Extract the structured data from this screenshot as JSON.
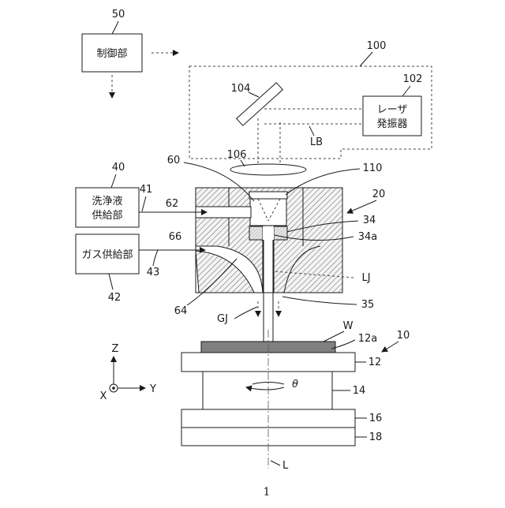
{
  "figure_number": "1",
  "control_unit": {
    "ref": "50",
    "text": "制御部"
  },
  "laser_unit": {
    "ref": "100"
  },
  "laser_oscillator": {
    "ref": "102",
    "line1": "レーザ",
    "line2": "発振器"
  },
  "mirror": {
    "ref": "104"
  },
  "lens": {
    "ref": "106"
  },
  "laser_beam": {
    "ref": "LB"
  },
  "cleaning_liquid_supply": {
    "ref": "40",
    "line1": "洗浄液",
    "line2": "供給部"
  },
  "gas_supply": {
    "ref": "42",
    "text": "ガス供給部"
  },
  "refs": {
    "r20": "20",
    "r34": "34",
    "r34a": "34a",
    "r35": "35",
    "r41": "41",
    "r43": "43",
    "r60": "60",
    "r62": "62",
    "r64": "64",
    "r66": "66",
    "r110": "110",
    "lj": "LJ",
    "gj": "GJ",
    "w": "W",
    "r12a": "12a",
    "r10": "10",
    "r12": "12",
    "r14": "14",
    "r16": "16",
    "r18": "18",
    "l": "L",
    "theta": "θ"
  },
  "axes": {
    "z": "Z",
    "x": "X",
    "y": "Y"
  }
}
